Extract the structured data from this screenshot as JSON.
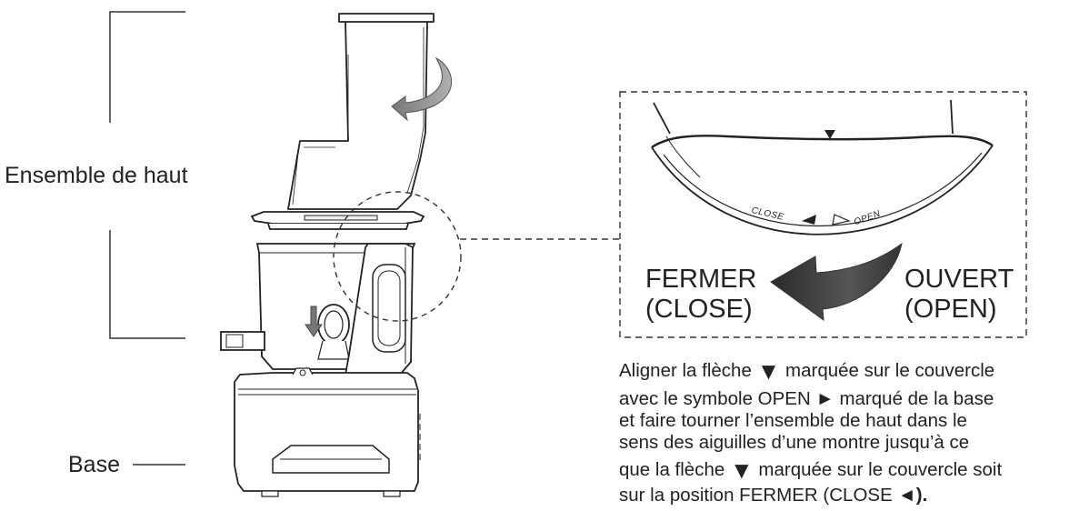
{
  "labels": {
    "top_assembly": "Ensemble de haut",
    "base": "Base"
  },
  "detail": {
    "close_label_line1": "FERMER",
    "close_label_line2": "(CLOSE)",
    "open_label_line1": "OUVERT",
    "open_label_line2": "(OPEN)",
    "lid_mark_close": "CLOSE",
    "lid_mark_open": "OPEN"
  },
  "instructions": {
    "line1_a": "Aligner la flèche",
    "line1_b": "marquée sur le couvercle",
    "line2": "avec le symbole OPEN ► marqué de la base",
    "line3": "et faire tourner l’ensemble de haut dans le",
    "line4": "sens des aiguilles d’une montre jusqu’à ce",
    "line5_a": "que la flèche",
    "line5_b": "marquée sur le couvercle soit",
    "line6_a": "sur la position  FERMER  (CLOSE",
    "line6_b": "◄)."
  },
  "colors": {
    "line": "#222222",
    "arrow_gray": "#8a8a8a",
    "arrow_dark": "#333333"
  }
}
